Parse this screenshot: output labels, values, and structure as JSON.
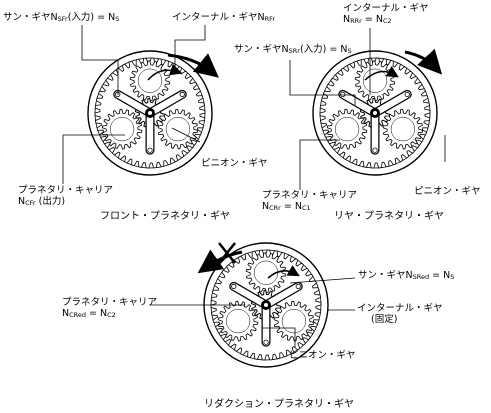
{
  "front": {
    "sun": {
      "prefix": "サン・ギヤN",
      "sub": "SFr",
      "suffix": "(入力) = N",
      "sub2": "S"
    },
    "internal": {
      "prefix": "インターナル・ギヤN",
      "sub": "RFr"
    },
    "pinion": "ピニオン・ギヤ",
    "carrier": {
      "line1": "プラネタリ・キャリア",
      "prefix": "N",
      "sub": "CFr",
      "suffix": " (出力)"
    },
    "caption": "フロント・プラネタリ・ギヤ"
  },
  "rear": {
    "internal": {
      "line1": "インターナル・ギヤ",
      "prefix": "N",
      "sub": "RRr",
      "mid": " = N",
      "sub2": "C2"
    },
    "sun": {
      "prefix": "サン・ギヤN",
      "sub": "SRr",
      "suffix": "(入力) = N",
      "sub2": "S"
    },
    "pinion": "ピニオン・ギヤ",
    "carrier": {
      "line1": "プラネタリ・キャリア",
      "prefix": "N",
      "sub": "CRr",
      "mid": " = N",
      "sub2": "C1"
    },
    "caption": "リヤ・プラネタリ・ギヤ"
  },
  "reduction": {
    "sun": {
      "prefix": "サン・ギヤN",
      "sub": "SRed",
      "mid": " = N",
      "sub2": "S"
    },
    "internal": {
      "line1": "インターナル・ギヤ",
      "line2": "(固定)"
    },
    "pinion": "ピニオン・ギヤ",
    "carrier": {
      "line1": "プラネタリ・キャリア",
      "prefix": "N",
      "sub": "CRed",
      "mid": " = N",
      "sub2": "C2"
    },
    "caption": "リダクション・プラネタリ・ギヤ"
  }
}
